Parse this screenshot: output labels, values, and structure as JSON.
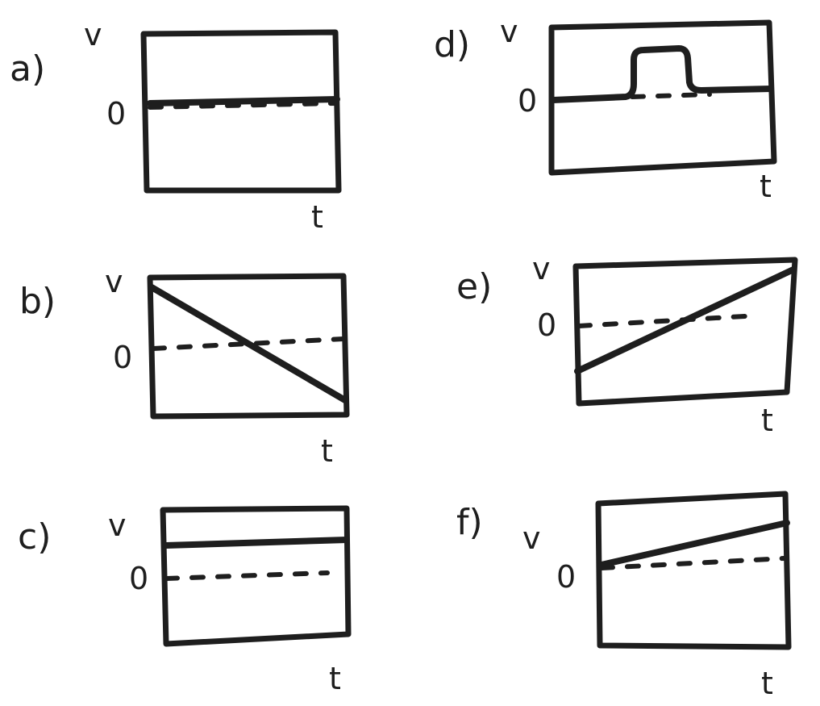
{
  "graphs": [
    {
      "id": "a",
      "panel_label": "a)",
      "v_label": "v",
      "zero_label": "0",
      "t_label": "t"
    },
    {
      "id": "b",
      "panel_label": "b)",
      "v_label": "v",
      "zero_label": "0",
      "t_label": "t"
    },
    {
      "id": "c",
      "panel_label": "c)",
      "v_label": "v",
      "zero_label": "0",
      "t_label": "t"
    },
    {
      "id": "d",
      "panel_label": "d)",
      "v_label": "v",
      "zero_label": "0",
      "t_label": "t"
    },
    {
      "id": "e",
      "panel_label": "e)",
      "v_label": "v",
      "zero_label": "0",
      "t_label": "t"
    },
    {
      "id": "f",
      "panel_label": "f)",
      "v_label": "v",
      "zero_label": "0",
      "t_label": "t"
    }
  ]
}
